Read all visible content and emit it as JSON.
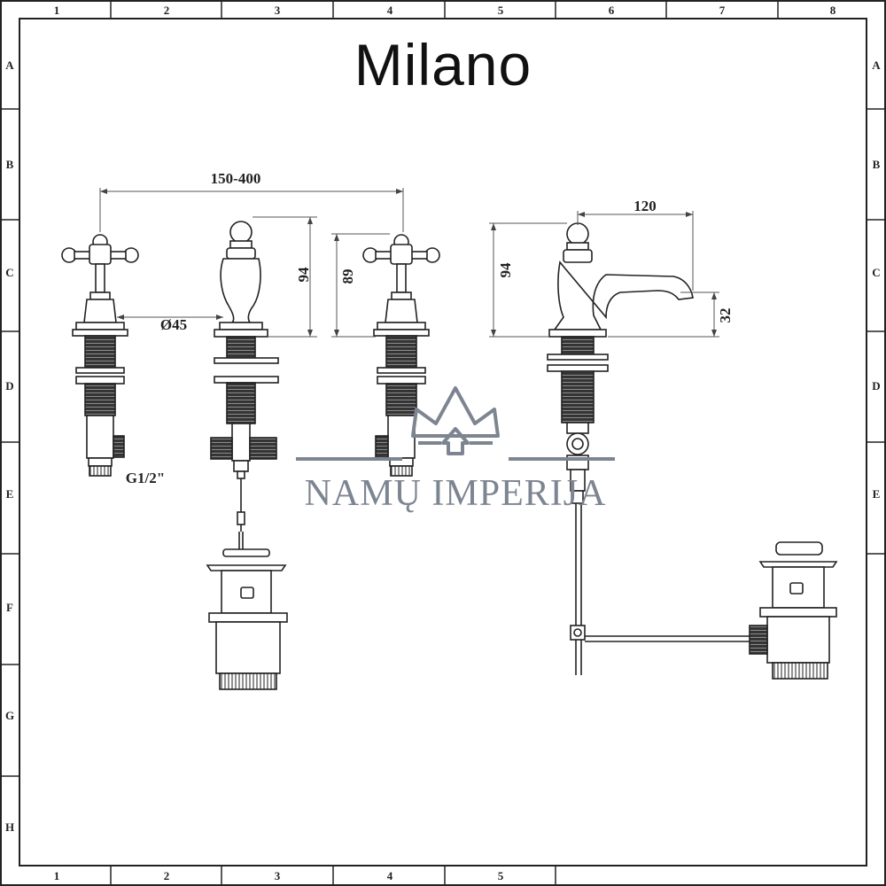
{
  "title": "Milano",
  "watermark": "NAMŲ IMPERIJA",
  "grid": {
    "columns": [
      "1",
      "2",
      "3",
      "4",
      "5",
      "6",
      "7",
      "8"
    ],
    "bottom_columns": [
      "1",
      "2",
      "3",
      "4",
      "5"
    ],
    "rows": [
      "A",
      "B",
      "C",
      "D",
      "E",
      "F",
      "G",
      "H"
    ]
  },
  "dimensions": {
    "spread": "150-400",
    "diameter": "Ø45",
    "spout_height_left": "94",
    "handle_height": "89",
    "thread": "G1/2\"",
    "spout_reach": "120",
    "spout_height_right": "94",
    "spout_clearance": "32"
  },
  "colors": {
    "line": "#222222",
    "dim": "#555555",
    "watermark": "#7d8591"
  }
}
